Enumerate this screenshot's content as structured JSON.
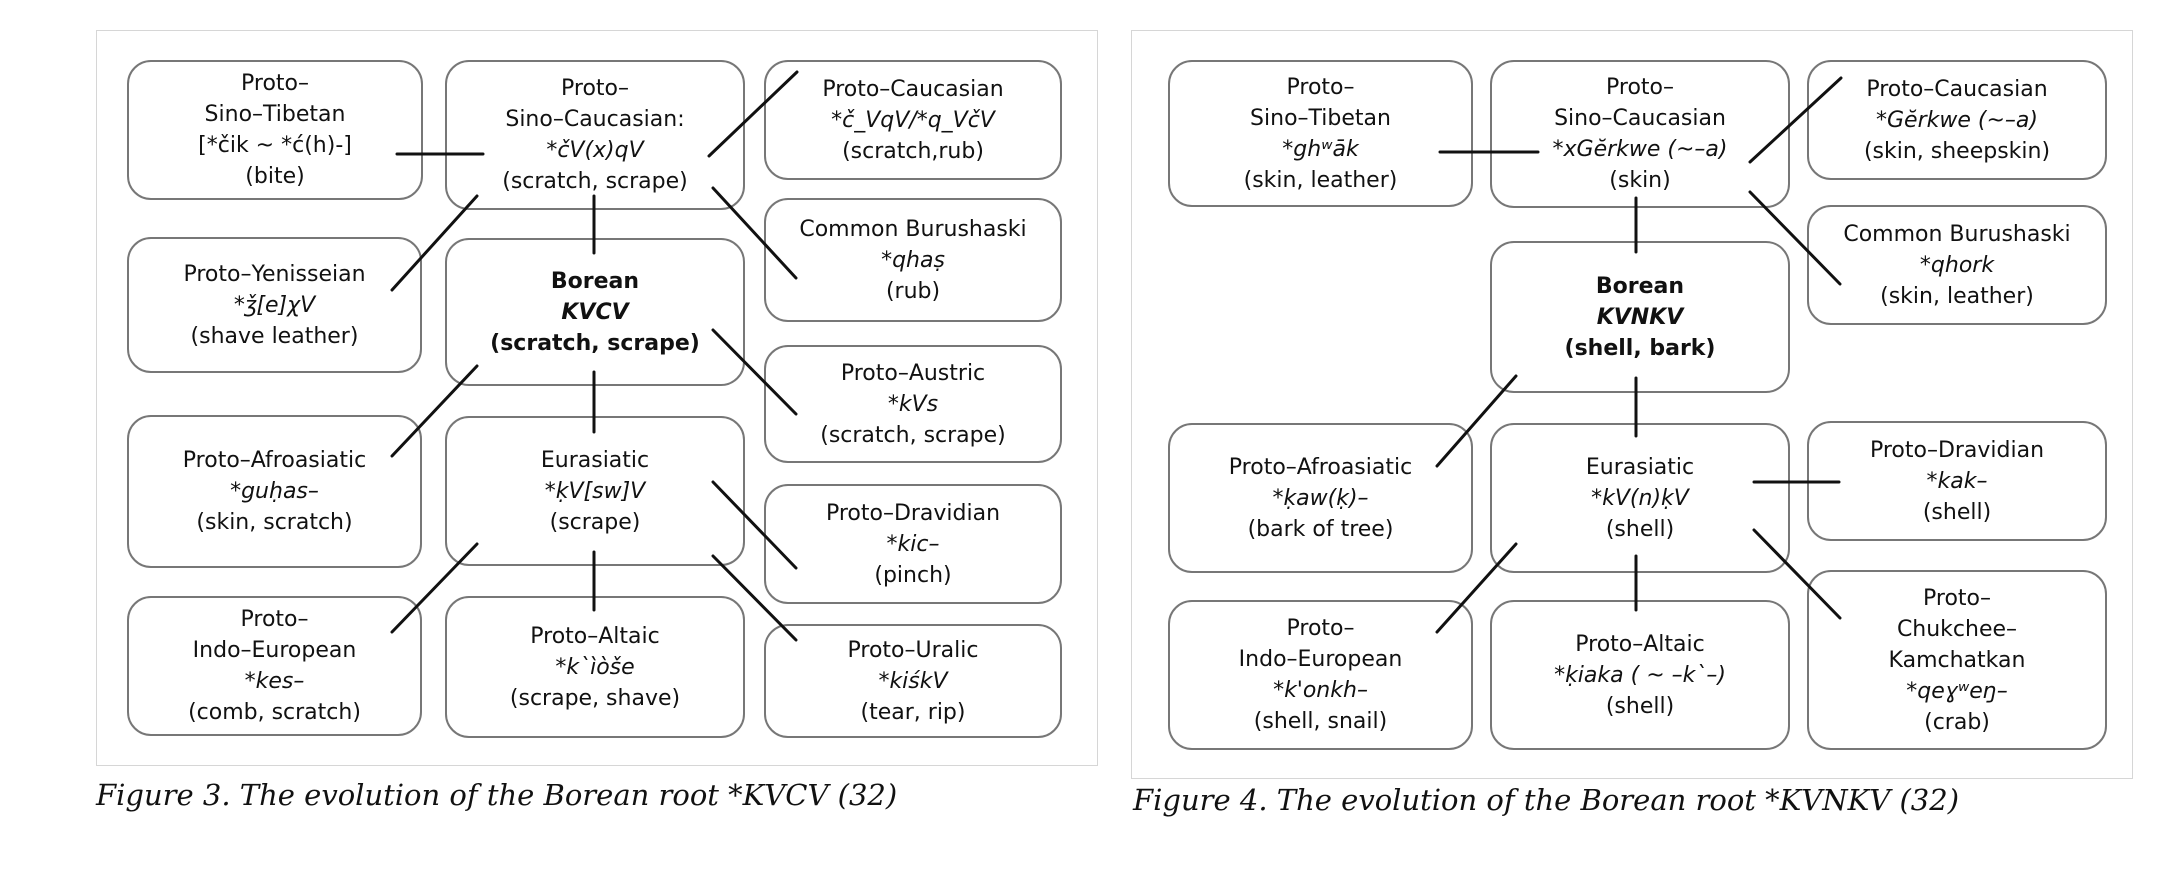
{
  "figure3": {
    "caption": "Figure 3. The evolution of the Borean root *KVCV (32)",
    "boxes": {
      "sino_tibetan": {
        "l1": "Proto–",
        "l2": "Sino–Tibetan",
        "form": "[*čik ~ *ć(h)-]",
        "gloss": "(bite)"
      },
      "sino_caucasian": {
        "l1": "Proto–",
        "l2": "Sino–Caucasian:",
        "form": "*čV(x)qV",
        "gloss": "(scratch, scrape)"
      },
      "caucasian": {
        "l1": "Proto–Caucasian",
        "form": "*č_VqV/*q_VčV",
        "gloss": "(scratch,rub)"
      },
      "yenisseian": {
        "l1": "Proto–Yenisseian",
        "form": "*ǯ[e]χV",
        "gloss": "(shave leather)"
      },
      "borean": {
        "l1": "Borean",
        "form": "KVCV",
        "gloss": "(scratch, scrape)"
      },
      "burushaski": {
        "l1": "Common Burushaski",
        "form": "*qhaṣ",
        "gloss": "(rub)"
      },
      "austric": {
        "l1": "Proto–Austric",
        "form": "*kVs",
        "gloss": "(scratch, scrape)"
      },
      "afroasiatic": {
        "l1": "Proto–Afroasiatic",
        "form": "*guḥas–",
        "gloss": "(skin, scratch)"
      },
      "eurasiatic": {
        "l1": "Eurasiatic",
        "form": "*ḳV[sw]V",
        "gloss": "(scrape)"
      },
      "dravidian": {
        "l1": "Proto–Dravidian",
        "form": "*kic–",
        "gloss": "(pinch)"
      },
      "indo_european": {
        "l1": "Proto–",
        "l2": "Indo–European",
        "form": "*kes–",
        "gloss": "(comb, scratch)"
      },
      "altaic": {
        "l1": "Proto–Altaic",
        "form": "*k`ìòše",
        "gloss": "(scrape, shave)"
      },
      "uralic": {
        "l1": "Proto–Uralic",
        "form": "*kiśkV",
        "gloss": "(tear, rip)"
      }
    }
  },
  "figure4": {
    "caption": "Figure 4. The evolution of the Borean root *KVNKV (32)",
    "boxes": {
      "sino_tibetan": {
        "l1": "Proto–",
        "l2": "Sino–Tibetan",
        "form": "*ghʷāk",
        "gloss": "(skin, leather)"
      },
      "sino_caucasian": {
        "l1": "Proto–",
        "l2": "Sino–Caucasian",
        "form": "*xGĕrkwe (~–a)",
        "gloss": "(skin)"
      },
      "caucasian": {
        "l1": "Proto–Caucasian",
        "form": "*Gĕrkwe (~–a)",
        "gloss": "(skin, sheepskin)"
      },
      "burushaski": {
        "l1": "Common Burushaski",
        "form": "*qhork",
        "gloss": "(skin, leather)"
      },
      "borean": {
        "l1": "Borean",
        "form": "KVNKV",
        "gloss": "(shell, bark)"
      },
      "afroasiatic": {
        "l1": "Proto–Afroasiatic",
        "form": "*ḳaw(ḳ)–",
        "gloss": "(bark of tree)"
      },
      "eurasiatic": {
        "l1": "Eurasiatic",
        "form": "*kV(n)ḳV",
        "gloss": "(shell)"
      },
      "dravidian": {
        "l1": "Proto–Dravidian",
        "form": "*kak–",
        "gloss": "(shell)"
      },
      "chukchee": {
        "l1": "Proto–",
        "l2": "Chukchee–",
        "l3": "Kamchatkan",
        "form": "*qeɣʷeŋ–",
        "gloss": "(crab)"
      },
      "indo_european": {
        "l1": "Proto–",
        "l2": "Indo–European",
        "form": "*k'onkh–",
        "gloss": "(shell, snail)"
      },
      "altaic": {
        "l1": "Proto–Altaic",
        "form": "*ḳiaka ( ~ –k`–)",
        "gloss": "(shell)"
      }
    }
  }
}
